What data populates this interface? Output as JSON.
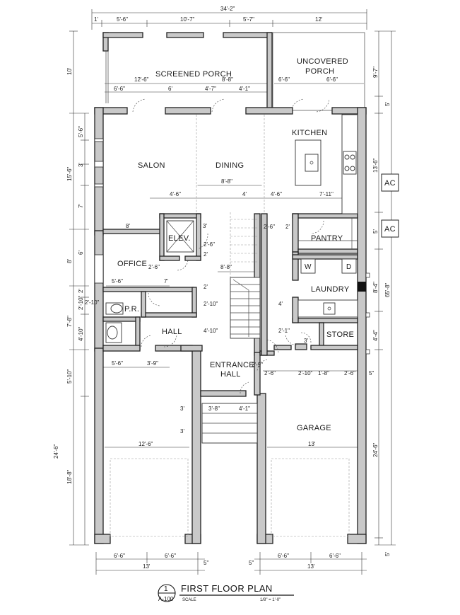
{
  "drawing": {
    "title": "FIRST FLOOR PLAN",
    "detail_number": "1",
    "sheet": "A-100",
    "scale_label": "SCALE",
    "scale_value": "1/8\" = 1'-0\""
  },
  "rooms": {
    "screened_porch": "SCREENED PORCH",
    "uncovered_porch_1": "UNCOVERED",
    "uncovered_porch_2": "PORCH",
    "kitchen": "KITCHEN",
    "salon": "SALON",
    "dining": "DINING",
    "elevator": "ELEV.",
    "pantry": "PANTRY",
    "office": "OFFICE",
    "laundry": "LAUNDRY",
    "powder_room": "P.R.",
    "hall": "HALL",
    "store": "STORE",
    "entrance_hall_1": "ENTRANCE",
    "entrance_hall_2": "HALL",
    "garage": "GARAGE",
    "washer": "W",
    "dryer": "D",
    "ac_upper": "AC",
    "ac_lower": "AC"
  },
  "dimensions": {
    "top_overall": "34'-2\"",
    "top_a": "1'",
    "top_b": "5'-6\"",
    "top_c": "10'-7\"",
    "top_d": "5'-7\"",
    "top_e": "12'",
    "porch_12_6": "12'-6\"",
    "porch_8_8": "8'-8\"",
    "porch_6_6a": "6'-6\"",
    "porch_6": "6'",
    "porch_4_7": "4'-7\"",
    "porch_4_1": "4'-1\"",
    "uporch_6_6a": "6'-6\"",
    "uporch_6_6b": "6'-6\"",
    "salon_8_8": "8'-8\"",
    "mid_4_6a": "4'-6\"",
    "mid_4": "4'",
    "mid_4_6b": "4'-6\"",
    "mid_7_11": "7'-11\"",
    "office_8": "8'",
    "elev_3": "3'",
    "elev_2_6": "2'-6\"",
    "elev_2": "2'",
    "stair_2_6": "2'-6\"",
    "stair_2": "2'",
    "stair_8_8": "8'-8\"",
    "office_5_6": "5'-6\"",
    "office_7": "7'",
    "office_2_6": "2'-6\"",
    "hall_2": "2'",
    "hall_2_10a": "2'-10\"",
    "hall_2_10b": "2'-10\"",
    "hall_2_10c": "2'-10\"",
    "hall_4_10": "4'-10\"",
    "hall_4": "4'",
    "lower_5_6": "5'-6\"",
    "lower_3_9": "3'-9\"",
    "laundry_2_1": "2'-1\"",
    "laundry_3": "3'",
    "ent_2_6": "2'-6\"",
    "ent_2_9": "2'-9\"",
    "store_2_10": "2'-10\"",
    "store_1_8": "1'-8\"",
    "store_2_6": "2'-6\"",
    "store_5": "5\"",
    "ent_3_8": "3'-8\"",
    "ent_4_1": "4'-1\"",
    "ent_3a": "3'",
    "ent_3b": "3'",
    "gar_left_12_6": "12'-6\"",
    "gar_right_13": "13'",
    "bot_6_6a": "6'-6\"",
    "bot_6_6b": "6'-6\"",
    "bot_13a": "13'",
    "bot_5a": "5\"",
    "bot_5b": "5\"",
    "bot_6_6c": "6'-6\"",
    "bot_6_6d": "6'-6\"",
    "bot_13b": "13'",
    "left_10": "10'",
    "left_5_6": "5'-6\"",
    "left_15_6": "15'-6\"",
    "left_3": "3'",
    "left_7": "7'",
    "left_6": "6'",
    "left_8": "8'",
    "left_2": "2'",
    "left_2_10": "2'-10\"",
    "left_7_8": "7'-8\"",
    "left_4_10": "4'-10\"",
    "left_5_10": "5'-10\"",
    "left_24_6": "24'-6\"",
    "left_18_8": "18'-8\"",
    "right_9_7": "9'-7\"",
    "right_5a": "5'",
    "right_13_6": "13'-6\"",
    "right_5b": "5'",
    "right_8_4": "8'-4\"",
    "right_65_8": "65'-8\"",
    "right_4_4": "4'-4\"",
    "right_24_6": "24'-6\"",
    "right_5c": "5'"
  }
}
